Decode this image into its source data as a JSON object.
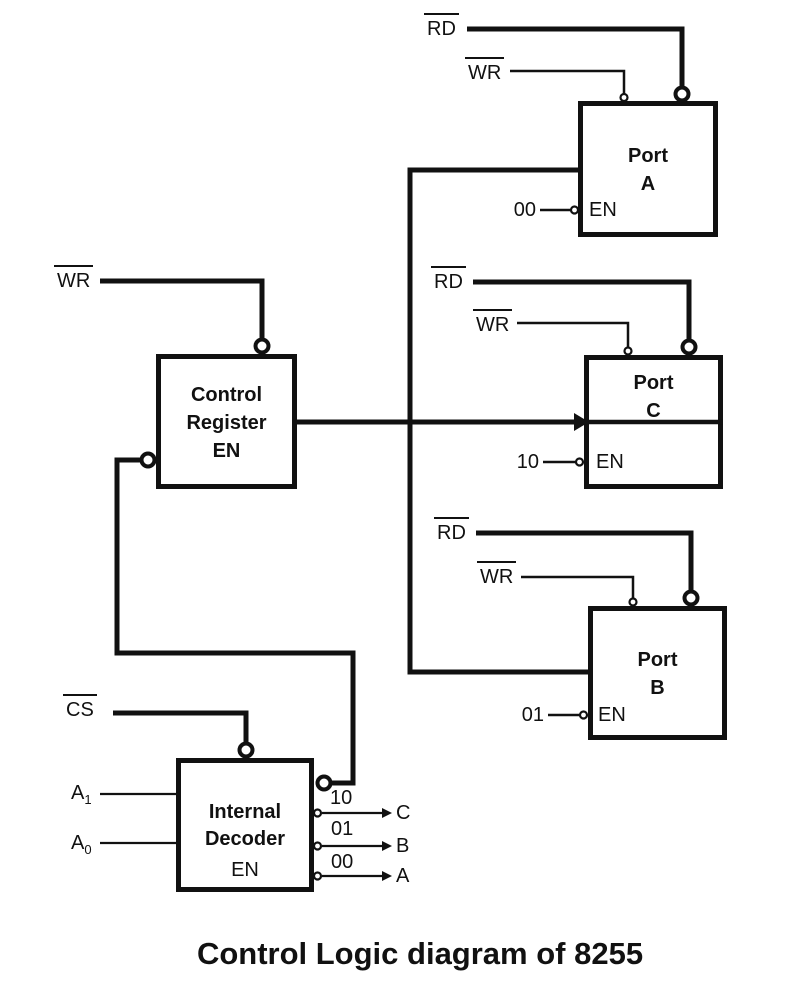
{
  "caption": "Control Logic diagram of 8255",
  "signals": {
    "rd_port_a": "RD",
    "wr_port_a": "WR",
    "rd_port_c": "RD",
    "wr_port_c": "WR",
    "rd_port_b": "RD",
    "wr_port_b": "WR",
    "wr_control_register": "WR",
    "cs": "CS",
    "a1": {
      "base": "A",
      "sub": "1"
    },
    "a0": {
      "base": "A",
      "sub": "0"
    }
  },
  "blocks": {
    "port_a": {
      "title_line1": "Port",
      "title_line2": "A",
      "en_label": "EN",
      "en_code": "00"
    },
    "port_c": {
      "title_line1": "Port",
      "title_line2": "C",
      "en_label": "EN",
      "en_code": "10"
    },
    "port_b": {
      "title_line1": "Port",
      "title_line2": "B",
      "en_label": "EN",
      "en_code": "01"
    },
    "control_register": {
      "title_line1": "Control",
      "title_line2": "Register",
      "title_line3": "EN"
    },
    "decoder": {
      "title_line1": "Internal",
      "title_line2": "Decoder",
      "en_label": "EN"
    }
  },
  "decoder_outputs": [
    {
      "code": "10",
      "target": "C"
    },
    {
      "code": "01",
      "target": "B"
    },
    {
      "code": "00",
      "target": "A"
    }
  ],
  "colors": {
    "ink": "#111111",
    "background": "#ffffff"
  }
}
